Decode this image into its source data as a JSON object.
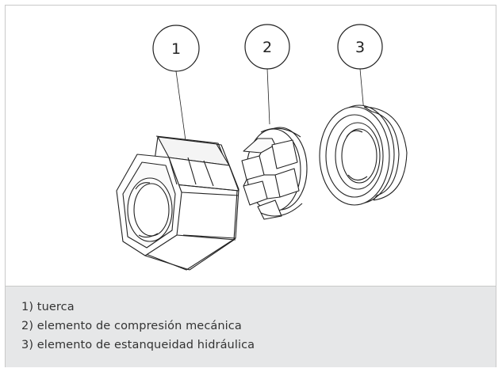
{
  "callouts": [
    {
      "number": "1",
      "part": "nut"
    },
    {
      "number": "2",
      "part": "compression-ring"
    },
    {
      "number": "3",
      "part": "seal"
    }
  ],
  "legend": [
    "1) tuerca",
    "2) elemento de compresión mecánica",
    "3) elemento de estanqueidad hidráulica"
  ],
  "colors": {
    "line": "#222222",
    "shade": "#d9d9d9",
    "legend_bg": "#e6e7e8",
    "border": "#c9c9c9",
    "text": "#333333"
  }
}
